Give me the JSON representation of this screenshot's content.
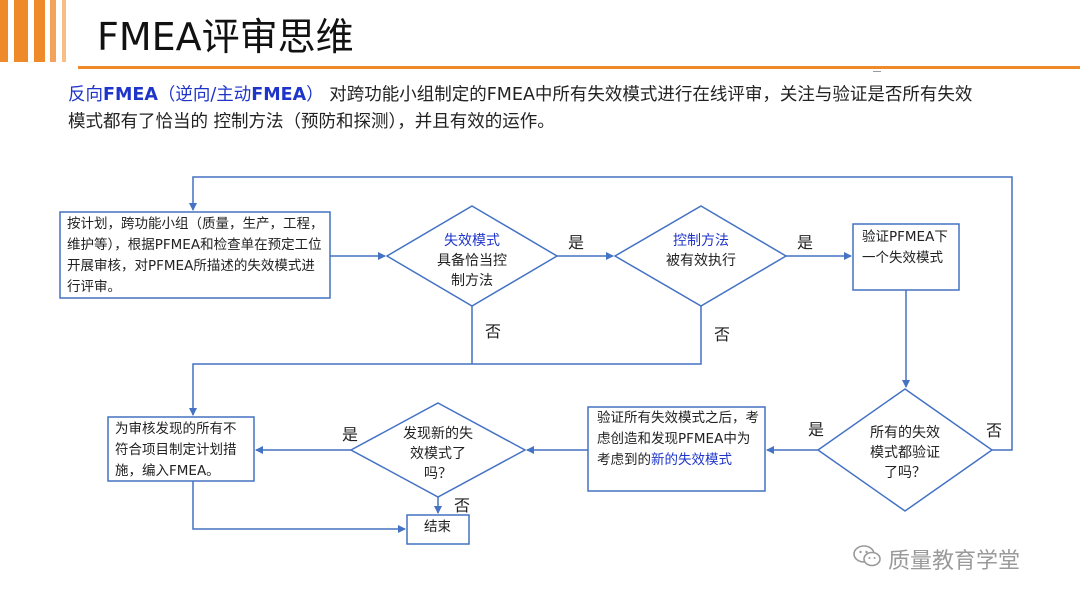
{
  "header": {
    "title": "FMEA评审思维",
    "colors": {
      "accent": "#ef8a2b",
      "blue_text": "#1f35c9",
      "flow_line": "#4472c4"
    }
  },
  "intro": {
    "prefix": "反向",
    "prefix_bold": "FMEA",
    "paren_open": "（逆向/主动",
    "paren_bold": "FMEA",
    "paren_close": "）",
    "body": " 对跨功能小组制定的FMEA中所有失效模式进行在线评审，关注与验证是否所有失效模式都有了恰当的 控制方法（预防和探测），并且有效的运作。"
  },
  "flowchart": {
    "start_box": "按计划，跨功能小组（质量，生产，工程，维护等），根据PFMEA和检查单在预定工位开展审核，对PFMEA所描述的失效模式进行评审。",
    "diamond1": {
      "blue": "失效模式",
      "text": "具备恰当控制方法"
    },
    "diamond2": {
      "blue": "控制方法",
      "text": "被有效执行"
    },
    "verify_next_box": "验证PFMEA下一个失效模式",
    "diamond3": "所有的失效模式都验证了吗？",
    "consider_box": {
      "text": "验证所有失效模式之后，考虑创造和发现PFMEA中为考虑到的",
      "blue": "新的失效模式"
    },
    "diamond4": "发现新的失效模式了吗？",
    "action_box": "为审核发现的所有不符合项目制定计划措施，编入FMEA。",
    "end_box": "结束",
    "labels": {
      "yes": "是",
      "no": "否"
    }
  },
  "watermark": {
    "icon": "wechat-icon",
    "text": "质量教育学堂"
  }
}
